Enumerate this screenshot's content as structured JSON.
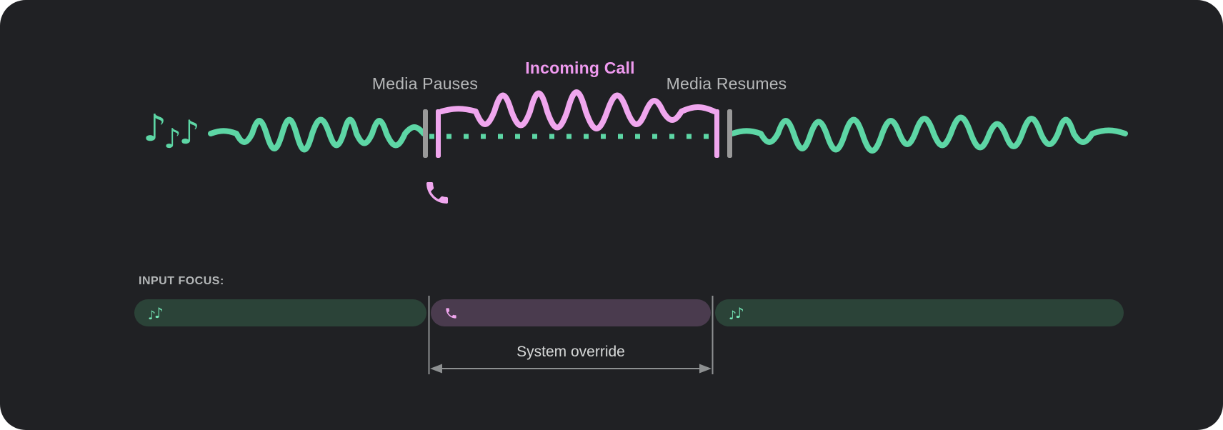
{
  "diagram": {
    "label_media_pauses": "Media Pauses",
    "label_incoming_call": "Incoming Call",
    "label_media_resumes": "Media Resumes"
  },
  "focus_timeline": {
    "heading": "INPUT FOCUS:",
    "annotation": "System override",
    "segments": [
      {
        "name": "media-before-call",
        "kind": "music"
      },
      {
        "name": "incoming-call",
        "kind": "phone"
      },
      {
        "name": "media-after-call",
        "kind": "music"
      }
    ]
  },
  "icons": {
    "note": "♪",
    "phone": "phone-handset-icon",
    "music": "music-notes-icon"
  },
  "theme": {
    "page_bg": "#ffffff",
    "panel_bg": "#202124",
    "green": "#5dd6a5",
    "green_icon": "#74e5b5",
    "pink": "#f0a6ee",
    "pink_text": "#ef9aef",
    "gray_bar": "#999999",
    "label_gray": "#b6b8b9",
    "heading_gray": "#b3b6b7",
    "annotation_gray": "#d7d9d9",
    "arrow_gray": "#8d9091",
    "pill_green": "#2b4338",
    "pill_purple": "#4a3b4e"
  }
}
